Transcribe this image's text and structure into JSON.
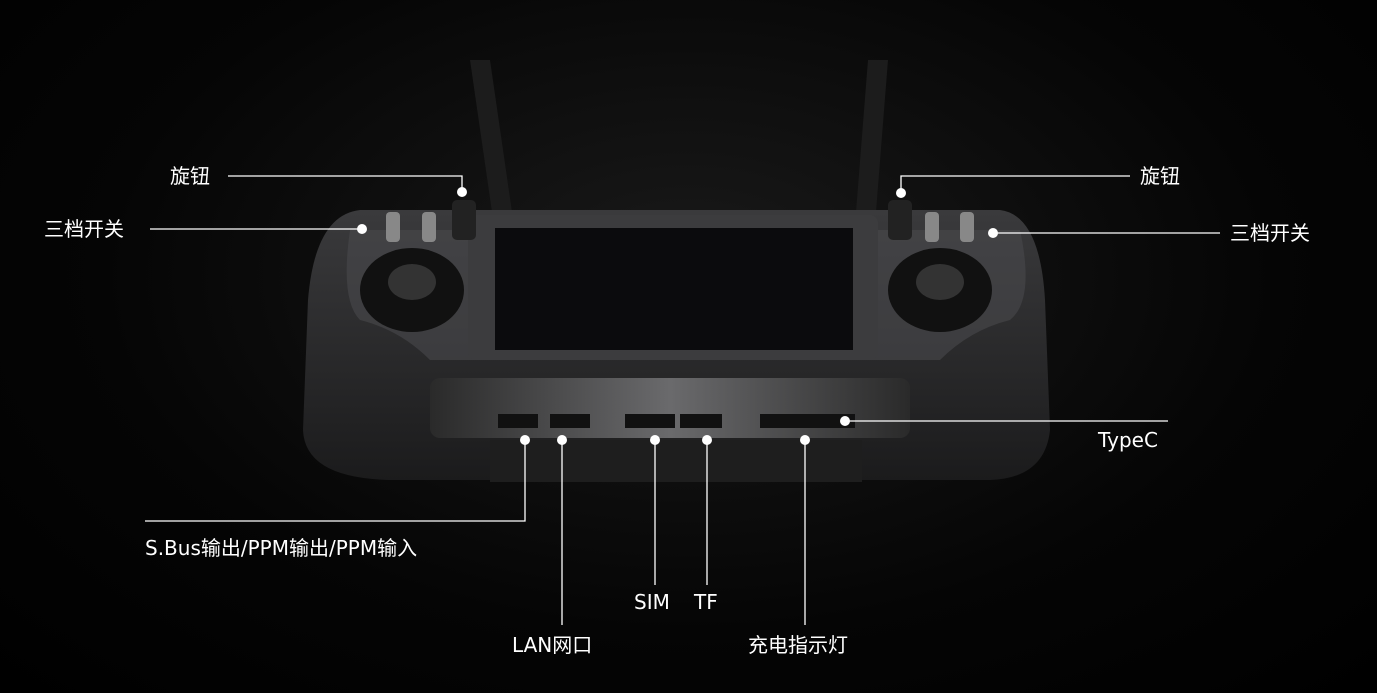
{
  "labels": {
    "knob_left": "旋钮",
    "switch_left": "三档开关",
    "knob_right": "旋钮",
    "switch_right": "三档开关",
    "typec": "TypeC",
    "sbus": "S.Bus输出/PPM输出/PPM输入",
    "sim": "SIM",
    "tf": "TF",
    "lan": "LAN网口",
    "charge": "充电指示灯"
  },
  "colors": {
    "line": "#ffffff",
    "body": "#2a2a2c",
    "screen": "#0b0b0d"
  }
}
